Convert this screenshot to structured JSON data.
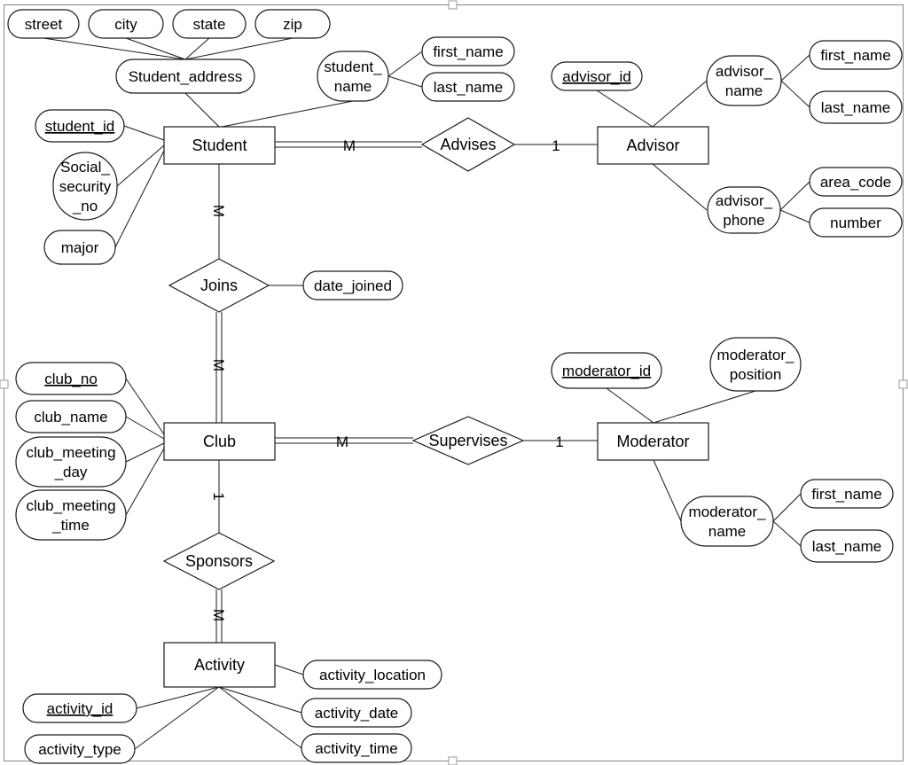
{
  "diagram": {
    "entities": [
      {
        "id": "student",
        "label": "Student"
      },
      {
        "id": "advisor",
        "label": "Advisor"
      },
      {
        "id": "club",
        "label": "Club"
      },
      {
        "id": "moderator",
        "label": "Moderator"
      },
      {
        "id": "activity",
        "label": "Activity"
      }
    ],
    "relationships": [
      {
        "id": "advises",
        "label": "Advises"
      },
      {
        "id": "joins",
        "label": "Joins"
      },
      {
        "id": "supervises",
        "label": "Supervises"
      },
      {
        "id": "sponsors",
        "label": "Sponsors"
      }
    ],
    "attributes": [
      {
        "id": "street",
        "label": "street",
        "key": false
      },
      {
        "id": "city",
        "label": "city",
        "key": false
      },
      {
        "id": "state",
        "label": "state",
        "key": false
      },
      {
        "id": "zip",
        "label": "zip",
        "key": false
      },
      {
        "id": "student-address",
        "label": "Student_address",
        "key": false
      },
      {
        "id": "student-name",
        "lines": [
          "student_",
          "name"
        ],
        "key": false
      },
      {
        "id": "student-first-name",
        "label": "first_name",
        "key": false
      },
      {
        "id": "student-last-name",
        "label": "last_name",
        "key": false
      },
      {
        "id": "student-id",
        "label": "student_id",
        "key": true
      },
      {
        "id": "social-security-no",
        "lines": [
          "Social_",
          "security",
          "_no"
        ],
        "key": false
      },
      {
        "id": "major",
        "label": "major",
        "key": false
      },
      {
        "id": "advisor-id",
        "label": "advisor_id",
        "key": true
      },
      {
        "id": "advisor-name",
        "lines": [
          "advisor_",
          "name"
        ],
        "key": false
      },
      {
        "id": "advisor-first-name",
        "label": "first_name",
        "key": false
      },
      {
        "id": "advisor-last-name",
        "label": "last_name",
        "key": false
      },
      {
        "id": "advisor-phone",
        "lines": [
          "advisor_",
          "phone"
        ],
        "key": false
      },
      {
        "id": "area-code",
        "label": "area_code",
        "key": false
      },
      {
        "id": "number",
        "label": "number",
        "key": false
      },
      {
        "id": "date-joined",
        "label": "date_joined",
        "key": false
      },
      {
        "id": "club-no",
        "label": "club_no",
        "key": true
      },
      {
        "id": "club-name",
        "label": "club_name",
        "key": false
      },
      {
        "id": "club-meeting-day",
        "lines": [
          "club_meeting",
          "_day"
        ],
        "key": false
      },
      {
        "id": "club-meeting-time",
        "lines": [
          "club_meeting",
          "_time"
        ],
        "key": false
      },
      {
        "id": "moderator-id",
        "label": "moderator_id",
        "key": true
      },
      {
        "id": "moderator-position",
        "lines": [
          "moderator_",
          "position"
        ],
        "key": false
      },
      {
        "id": "moderator-name",
        "lines": [
          "moderator_",
          "name"
        ],
        "key": false
      },
      {
        "id": "moderator-first-name",
        "label": "first_name",
        "key": false
      },
      {
        "id": "moderator-last-name",
        "label": "last_name",
        "key": false
      },
      {
        "id": "activity-location",
        "label": "activity_location",
        "key": false
      },
      {
        "id": "activity-id",
        "label": "activity_id",
        "key": true
      },
      {
        "id": "activity-date",
        "label": "activity_date",
        "key": false
      },
      {
        "id": "activity-type",
        "label": "activity_type",
        "key": false
      },
      {
        "id": "activity-time",
        "label": "activity_time",
        "key": false
      }
    ],
    "cardinalities": [
      {
        "id": "student-advises",
        "label": "M"
      },
      {
        "id": "advises-advisor",
        "label": "1"
      },
      {
        "id": "student-joins",
        "label": "M"
      },
      {
        "id": "joins-club",
        "label": "M"
      },
      {
        "id": "club-supervises",
        "label": "M"
      },
      {
        "id": "supervises-moderator",
        "label": "1"
      },
      {
        "id": "club-sponsors",
        "label": "1"
      },
      {
        "id": "sponsors-activity",
        "label": "M"
      }
    ]
  }
}
